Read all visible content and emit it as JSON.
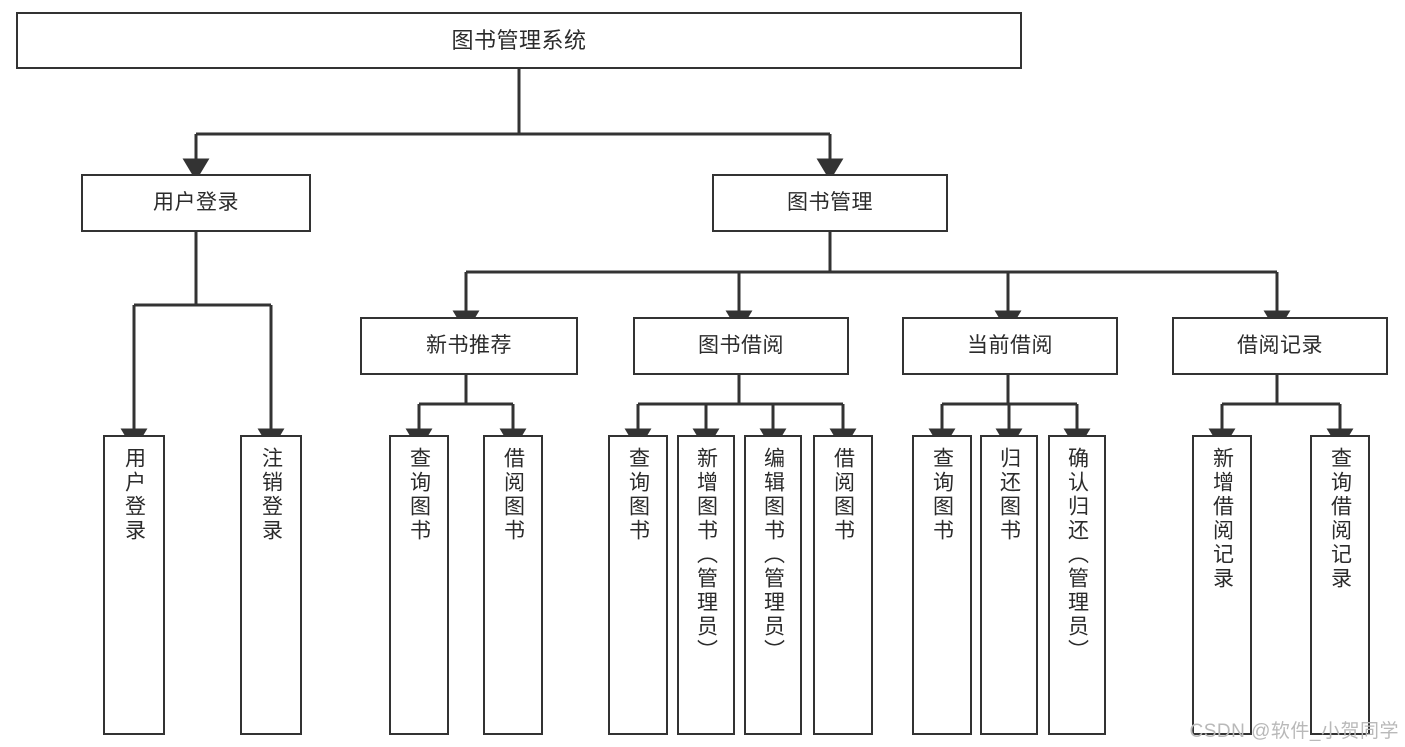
{
  "diagram": {
    "title": "图书管理系统",
    "watermark": "CSDN @软件_小贺同学",
    "line_color": "#333333",
    "box_fill": "#ffffff",
    "text_color": "#2b2b2b",
    "root": {
      "label": "图书管理系统"
    },
    "level2": [
      {
        "label": "用户登录"
      },
      {
        "label": "图书管理"
      }
    ],
    "level3": [
      {
        "label": "新书推荐"
      },
      {
        "label": "图书借阅"
      },
      {
        "label": "当前借阅"
      },
      {
        "label": "借阅记录"
      }
    ],
    "leaves": {
      "user_login": [
        {
          "label": "用户登录"
        },
        {
          "label": "注销登录"
        }
      ],
      "new_book": [
        {
          "label": "查询图书"
        },
        {
          "label": "借阅图书"
        }
      ],
      "book_borrow": [
        {
          "label": "查询图书"
        },
        {
          "label": "新增图书（管理员）"
        },
        {
          "label": "编辑图书（管理员）"
        },
        {
          "label": "借阅图书"
        }
      ],
      "current_borrow": [
        {
          "label": "查询图书"
        },
        {
          "label": "归还图书"
        },
        {
          "label": "确认归还（管理员）"
        }
      ],
      "borrow_record": [
        {
          "label": "新增借阅记录"
        },
        {
          "label": "查询借阅记录"
        }
      ]
    }
  }
}
